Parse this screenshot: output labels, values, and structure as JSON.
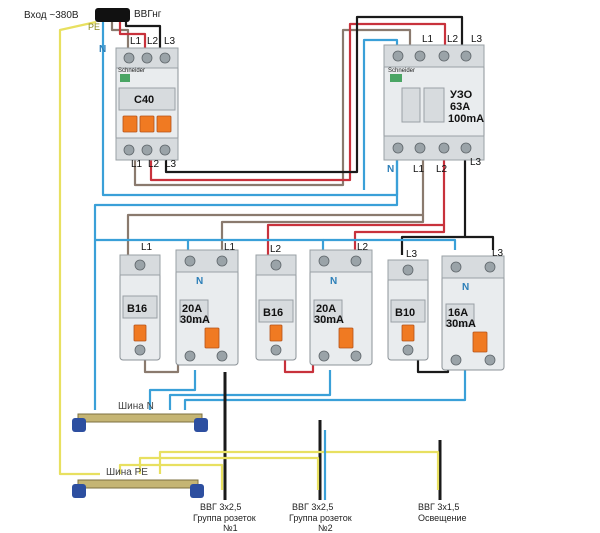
{
  "input": {
    "label": "Вход ~380В",
    "cable": "ВВГнг",
    "pe": "PE",
    "n": "N",
    "l1": "L1",
    "l2": "L2",
    "l3": "L3"
  },
  "main_breaker": {
    "brand": "Schneider",
    "rating": "C40",
    "l1": "L1",
    "l2": "L2",
    "l3": "L3"
  },
  "rcd_main": {
    "brand": "Schneider",
    "line1": "УЗО",
    "line2": "63А",
    "line3": "100mA",
    "top_l1": "L1",
    "top_l2": "L2",
    "top_l3": "L3",
    "n_bottom": "N",
    "l1_bottom": "L1",
    "l2_bottom": "L2",
    "l3_bottom": "L3"
  },
  "groups": [
    {
      "breaker": "B16",
      "phase": "L1",
      "rcd_line1": "20A",
      "rcd_line2": "30mA",
      "rcd_phase": "L1",
      "rcd_n": "N"
    },
    {
      "breaker": "B16",
      "phase": "L2",
      "rcd_line1": "20A",
      "rcd_line2": "30mA",
      "rcd_phase": "L2",
      "rcd_n": "N"
    },
    {
      "breaker": "B10",
      "phase": "L3",
      "rcd_line1": "16A",
      "rcd_line2": "30mA",
      "rcd_phase": "L3",
      "rcd_n": "N"
    }
  ],
  "buses": {
    "n_bus": "Шина N",
    "pe_bus": "Шина PE"
  },
  "outputs": [
    {
      "cable": "ВВГ 3х2,5",
      "line2": "Группа розеток",
      "line3": "№1"
    },
    {
      "cable": "ВВГ 3х2,5",
      "line2": "Группа розеток",
      "line3": "№2"
    },
    {
      "cable": "ВВГ 3х1,5",
      "line2": "Освещение",
      "line3": ""
    }
  ],
  "colors": {
    "wire_l1": "#8a7a6e",
    "wire_l2": "#c8323c",
    "wire_l3": "#1a1a1a",
    "wire_n": "#3aa0d8",
    "wire_pe": "#e8e060",
    "device_accent": "#f07a22"
  }
}
